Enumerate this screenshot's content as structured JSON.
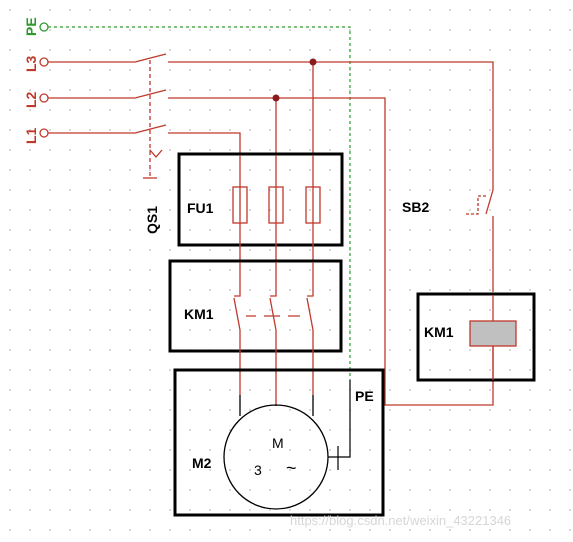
{
  "diagram": {
    "lines": [
      {
        "id": "PE",
        "label": "PE",
        "color": "#2e9a2e"
      },
      {
        "id": "L3",
        "label": "L3",
        "color": "#c0392b"
      },
      {
        "id": "L2",
        "label": "L2",
        "color": "#c0392b"
      },
      {
        "id": "L1",
        "label": "L1",
        "color": "#c0392b"
      }
    ],
    "components": {
      "qs1": "QS1",
      "fu1": "FU1",
      "km1_contacts": "KM1",
      "km1_coil": "KM1",
      "sb2": "SB2",
      "motor": "M2",
      "motor_letter": "M",
      "motor_phases": "3",
      "motor_symbol": "~",
      "pe_terminal": "PE"
    },
    "colors": {
      "wire": "#c0392b",
      "pe": "#2e9a2e",
      "coil_fill": "#c0c0c0",
      "box": "#000000"
    },
    "watermark": "https://blog.csdn.net/weixin_43221346"
  }
}
